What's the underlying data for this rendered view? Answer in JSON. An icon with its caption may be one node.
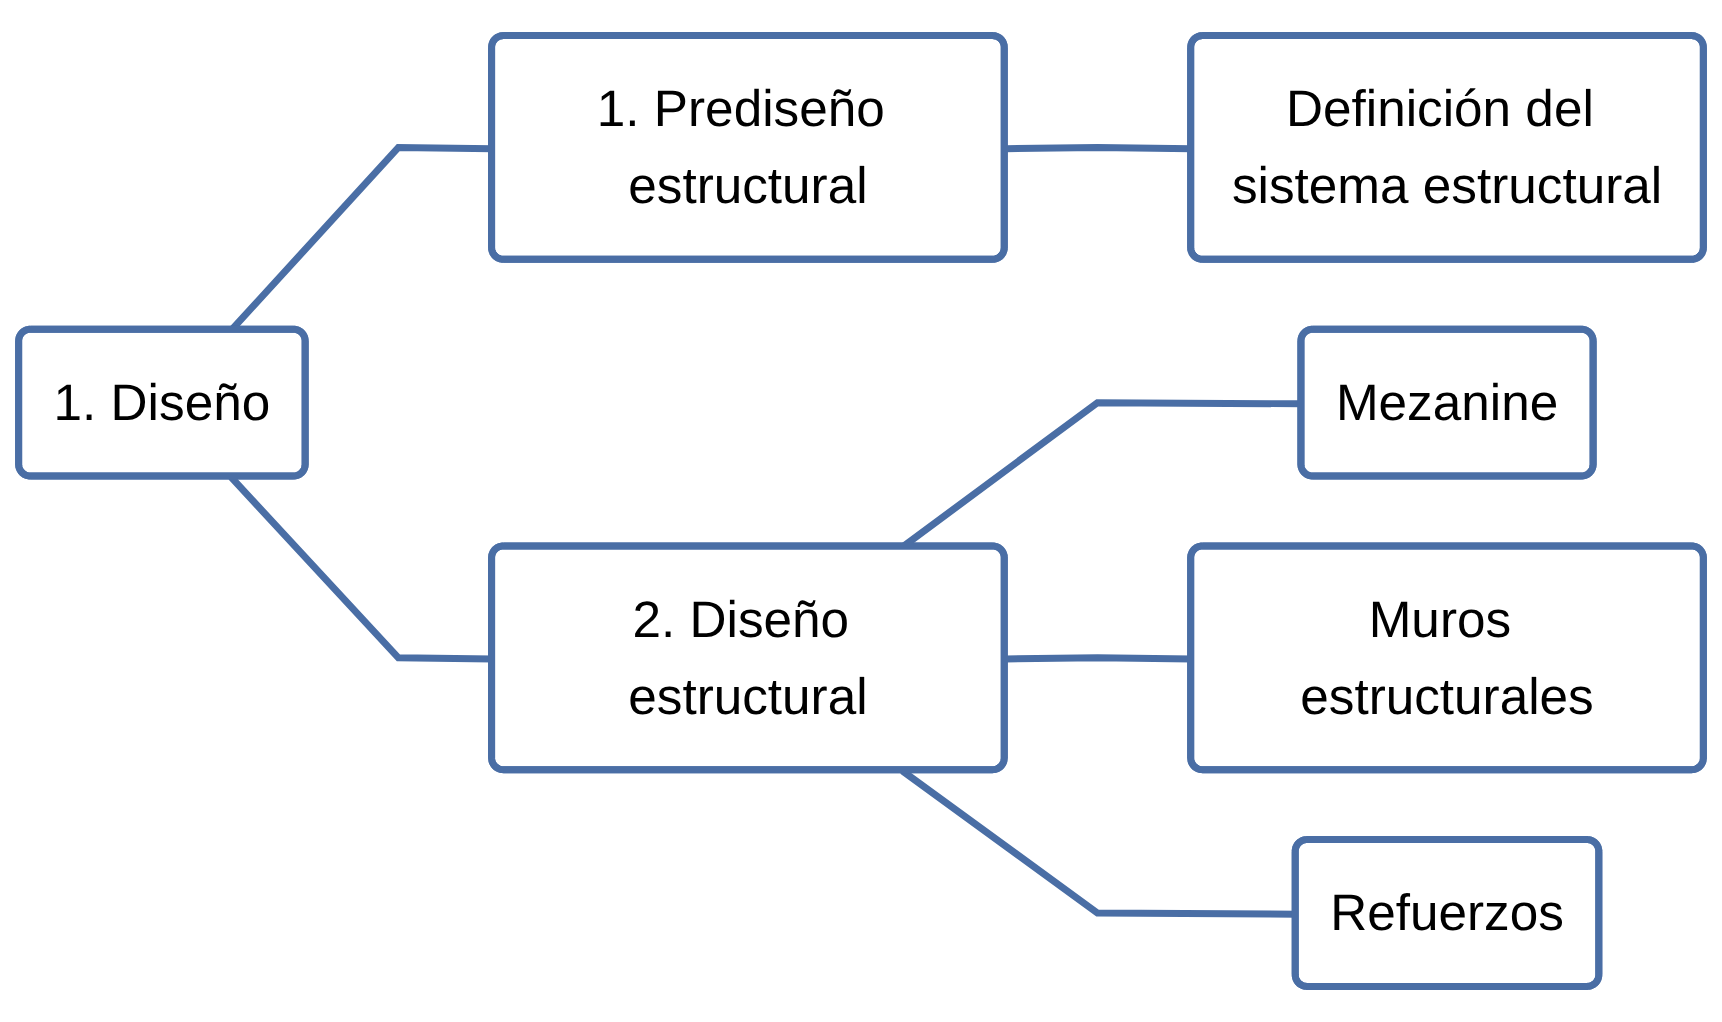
{
  "diagram": {
    "nodes": [
      {
        "text": [
          "1. Diseño"
        ]
      },
      {
        "text": [
          "1. Prediseño estructural"
        ]
      },
      {
        "text": [
          "Definición del sistema estructural"
        ]
      },
      {
        "text": [
          "2. Diseño estructural"
        ]
      },
      {
        "text": [
          "Mezanine"
        ]
      },
      {
        "text": [
          "Muros estructurales"
        ]
      },
      {
        "text": [
          "Refuerzos"
        ]
      }
    ],
    "edges": [
      {
        "from": 0,
        "to": 1,
        "arrow": "none"
      },
      {
        "from": 1,
        "to": 2,
        "arrow": "none"
      },
      {
        "from": 0,
        "to": 3,
        "arrow": "none"
      },
      {
        "from": 3,
        "to": 4,
        "arrow": "none"
      },
      {
        "from": 3,
        "to": 5,
        "arrow": "none"
      },
      {
        "from": 3,
        "to": 6,
        "arrow": "none"
      }
    ]
  }
}
